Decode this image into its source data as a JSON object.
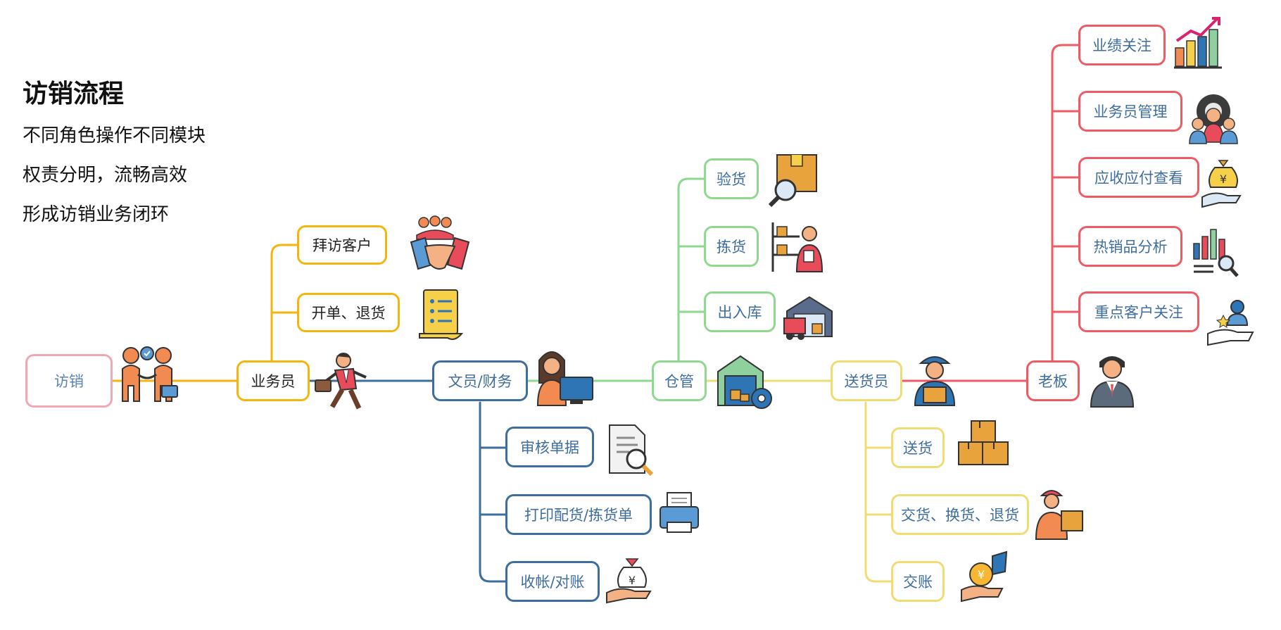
{
  "header": {
    "title": "访销流程",
    "lines": [
      "不同角色操作不同模块",
      "权责分明，流畅高效",
      "形成访销业务闭环"
    ]
  },
  "colors": {
    "root": "#f1a8b4",
    "salesman": "#f5b50f",
    "clerk_finance": "#3e6e9e",
    "warehouse": "#8ed98f",
    "delivery": "#f1dc74",
    "boss": "#f05a64"
  },
  "nodes": {
    "root": "访销",
    "salesman": "业务员",
    "salesman_tasks": [
      "拜访客户",
      "开单、退货"
    ],
    "clerk": "文员/财务",
    "clerk_tasks": [
      "审核单据",
      "打印配货/拣货单",
      "收帐/对账"
    ],
    "warehouse": "仓管",
    "warehouse_tasks": [
      "验货",
      "拣货",
      "出入库"
    ],
    "delivery": "送货员",
    "delivery_tasks": [
      "送货",
      "交货、换货、退货",
      "交账"
    ],
    "boss": "老板",
    "boss_tasks": [
      "业绩关注",
      "业务员管理",
      "应收应付查看",
      "热销品分析",
      "重点客户关注"
    ]
  },
  "icons": {
    "root": "handshake-people-icon",
    "salesman": "running-businessman-icon",
    "salesman_tasks": [
      "customer-handshake-icon",
      "order-list-icon"
    ],
    "clerk": "clerk-computer-icon",
    "clerk_tasks": [
      "document-search-icon",
      "printer-icon",
      "money-bag-hand-icon"
    ],
    "warehouse": "warehouse-gear-icon",
    "warehouse_tasks": [
      "box-inspect-icon",
      "picker-shelf-icon",
      "warehouse-truck-icon"
    ],
    "delivery": "courier-icon",
    "delivery_tasks": [
      "boxes-icon",
      "delivery-man-icon",
      "coin-hand-icon"
    ],
    "boss": "boss-icon",
    "boss_tasks": [
      "growth-chart-icon",
      "team-gear-icon",
      "yuan-bag-hand-icon",
      "chart-magnifier-icon",
      "vip-customer-hand-icon"
    ]
  }
}
